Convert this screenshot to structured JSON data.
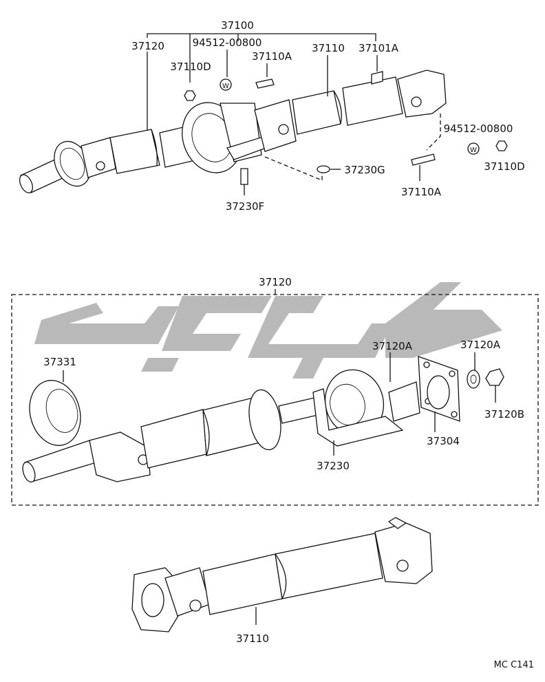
{
  "top": {
    "assembly": "37100",
    "labels": {
      "p37120": "37120",
      "p94512_a": "94512-00800",
      "p37110": "37110",
      "p37101A": "37101A",
      "p37110D_a": "37110D",
      "p37110A_a": "37110A",
      "p94512_b": "94512-00800",
      "p37110D_b": "37110D",
      "p37230G": "37230G",
      "p37110A_b": "37110A",
      "p37230F": "37230F",
      "washer_mark": "W"
    }
  },
  "middle": {
    "assembly": "37120",
    "labels": {
      "p37331": "37331",
      "p37120A_a": "37120A",
      "p37120A_b": "37120A",
      "p37120B": "37120B",
      "p37304": "37304",
      "p37230": "37230"
    }
  },
  "bottom": {
    "labels": {
      "p37110": "37110"
    }
  },
  "footer": {
    "code": "MC C141"
  }
}
